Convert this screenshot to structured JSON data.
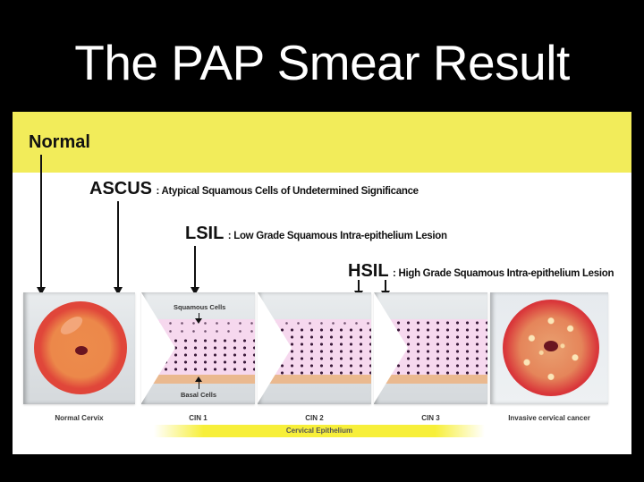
{
  "title": "The PAP Smear Result",
  "colors": {
    "background": "#000000",
    "header_band": "#f2ec5a",
    "tissue_pink": "#f6d8ee",
    "basal_tan": "#eab98f",
    "cervix_red": "#e0413a",
    "cervix_orange": "#ec8a4a"
  },
  "categories": {
    "normal": {
      "abbr": "Normal"
    },
    "ascus": {
      "abbr": "ASCUS",
      "desc": ": Atypical Squamous Cells of Undetermined Significance"
    },
    "lsil": {
      "abbr": "LSIL",
      "desc": ": Low Grade Squamous Intra-epithelium Lesion"
    },
    "hsil": {
      "abbr": "HSIL",
      "desc": ": High Grade Squamous Intra-epithelium Lesion"
    }
  },
  "annotations": {
    "squamous_cells": "Squamous Cells",
    "basal_cells": "Basal Cells"
  },
  "stages": [
    {
      "label": "Normal Cervix"
    },
    {
      "label": "CIN 1"
    },
    {
      "label": "CIN 2"
    },
    {
      "label": "CIN 3"
    },
    {
      "label": "Invasive cervical cancer"
    }
  ],
  "axis_label": "Cervical Epithelium"
}
